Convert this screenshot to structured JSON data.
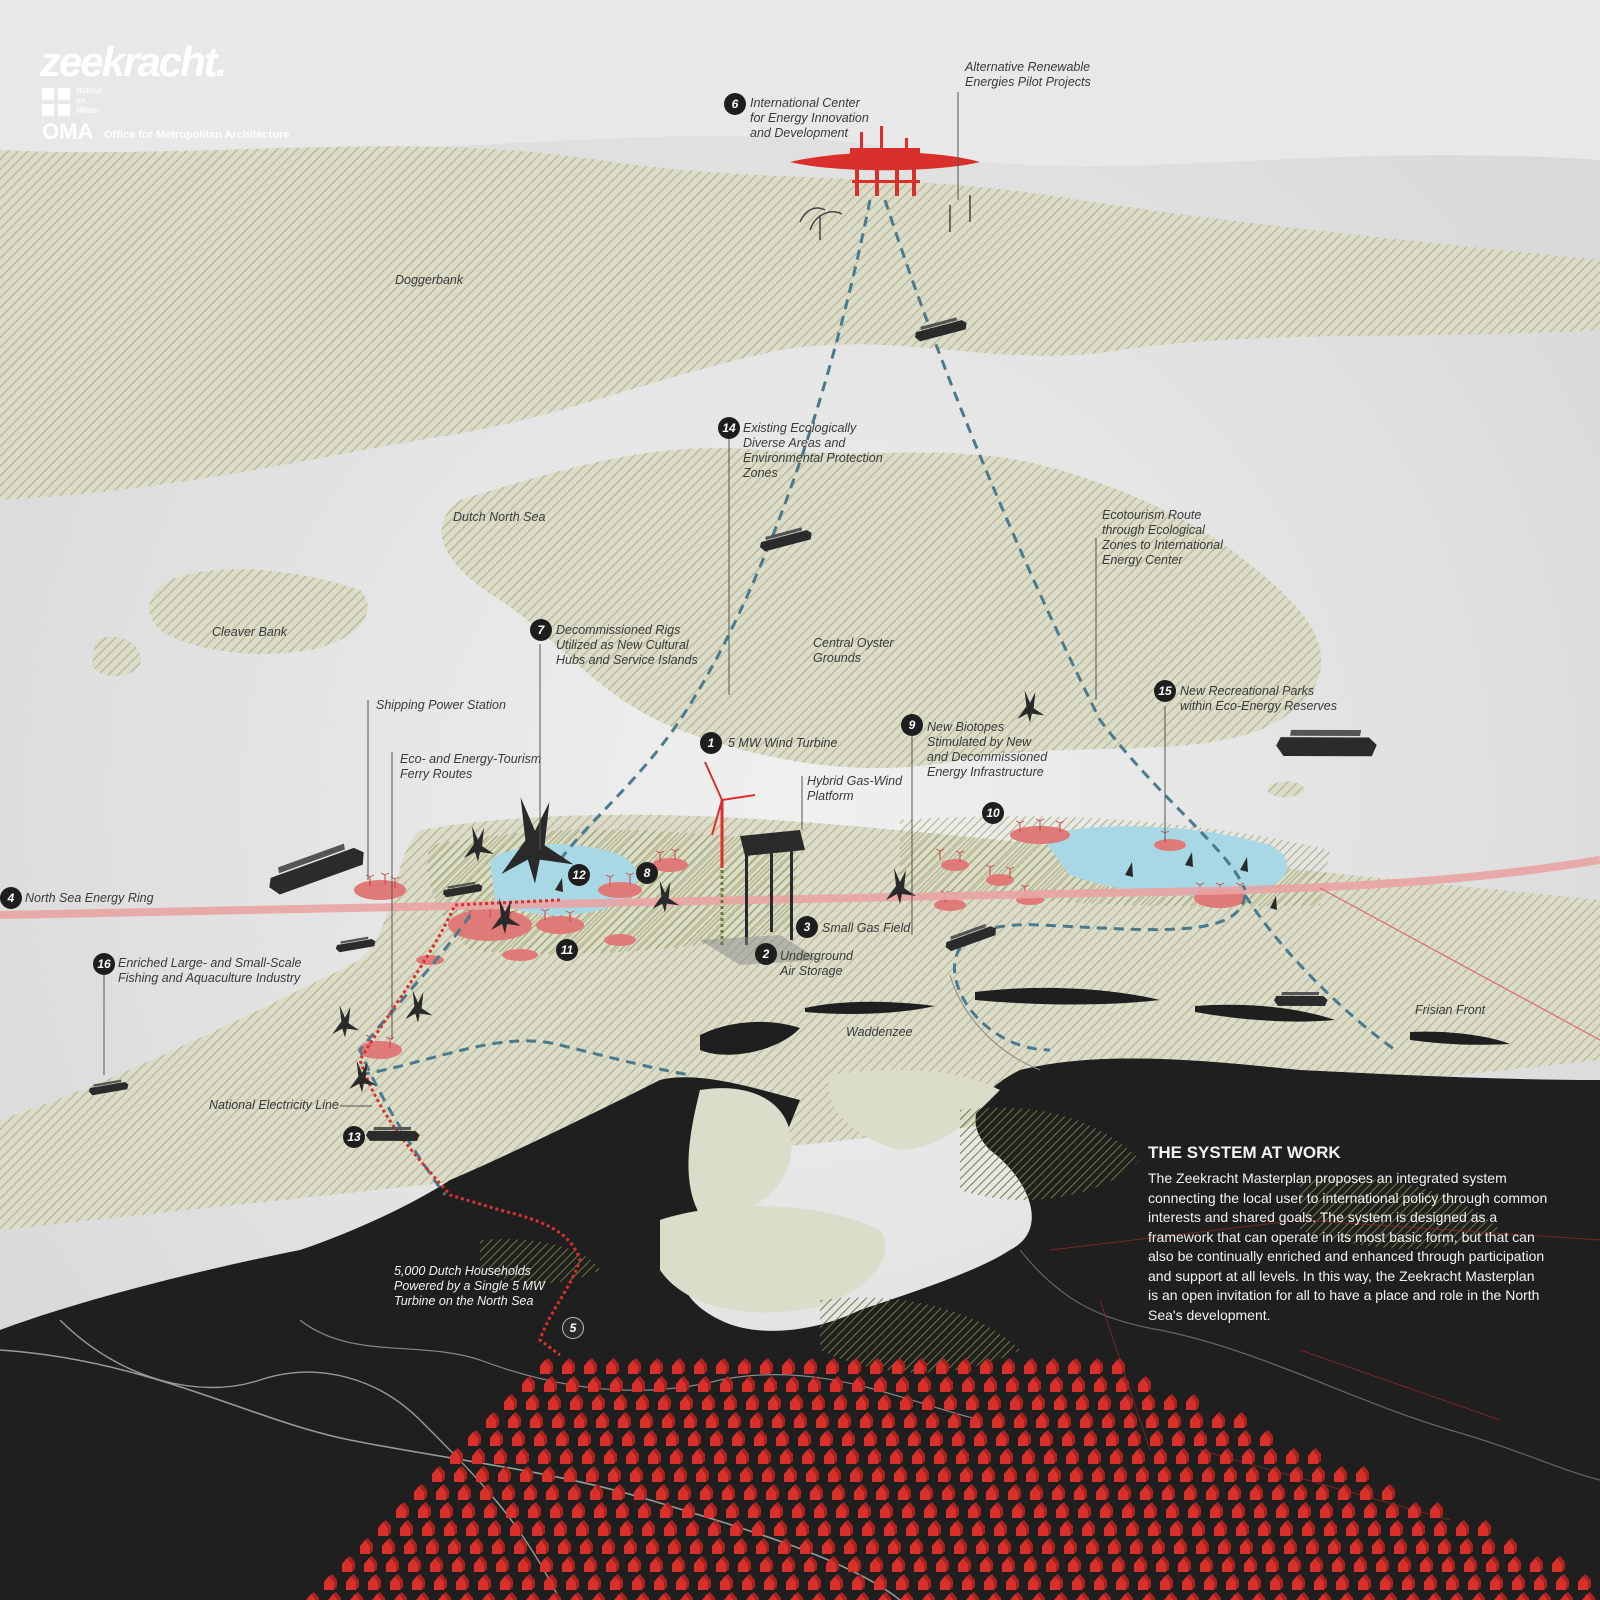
{
  "branding": {
    "logo_text": "zeekracht.",
    "partner_text": "Natuur\nen\nMilieu",
    "oma_text": "OMA",
    "oma_subtitle": "Office for Metropolitan Architecture"
  },
  "colors": {
    "red": "#d9302b",
    "sea": "#ececec",
    "land": "#1f1f1f",
    "shoal": "#d6d6c0",
    "water_blue": "#a8d8e6",
    "route_blue": "#4b7a8c",
    "energy_ring": "#e9a3a3"
  },
  "places": {
    "doggerbank": "Doggerbank",
    "dutch_north_sea": "Dutch North Sea",
    "cleaver_bank": "Cleaver Bank",
    "central_oyster": "Central Oyster\nGrounds",
    "waddenzee": "Waddenzee",
    "frisian_front": "Frisian Front"
  },
  "labels": {
    "alt_renewable": "Alternative Renewable\nEnergies Pilot Projects",
    "intl_center": "International Center\nfor Energy Innovation\nand Development",
    "eco_areas": "Existing Ecologically\nDiverse Areas and\nEnvironmental Protection\nZones",
    "ecotourism": "Ecotourism Route\nthrough Ecological\nZones to International\nEnergy Center",
    "rigs": "Decommissioned Rigs\nUtilized as New Cultural\nHubs and Service Islands",
    "shipping_power": "Shipping Power Station",
    "ferry_routes": "Eco- and Energy-Tourism\nFerry Routes",
    "wind_turbine": "5 MW Wind Turbine",
    "hybrid_platform": "Hybrid Gas-Wind\nPlatform",
    "biotopes": "New Biotopes\nStimulated by New\nand Decommissioned\nEnergy Infrastructure",
    "rec_parks": "New Recreational Parks\nwithin Eco-Energy Reserves",
    "energy_ring": "North Sea Energy Ring",
    "gas_field": "Small Gas Field",
    "air_storage": "Underground\nAir Storage",
    "fishing": "Enriched Large- and Small-Scale\nFishing and Aquaculture Industry",
    "national_line": "National Electricity Line",
    "households": "5,000 Dutch Households\nPowered by a Single 5 MW\nTurbine on the North Sea"
  },
  "pins": {
    "p1": "1",
    "p2": "2",
    "p3": "3",
    "p4": "4",
    "p5": "5",
    "p6": "6",
    "p7": "7",
    "p8": "8",
    "p9": "9",
    "p10": "10",
    "p11": "11",
    "p12": "12",
    "p13": "13",
    "p14": "14",
    "p15": "15",
    "p16": "16"
  },
  "panel": {
    "title": "THE SYSTEM AT WORK",
    "body": "The Zeekracht Masterplan proposes an integrated system connecting the local user to international policy through common interests and shared goals. The system is designed as a framework that can operate in its most basic form, but that can also be continually enriched and enhanced through participation and support at all levels. In this way, the Zeekracht Masterplan is an open invitation for all to have a place and role in the North Sea's development."
  }
}
